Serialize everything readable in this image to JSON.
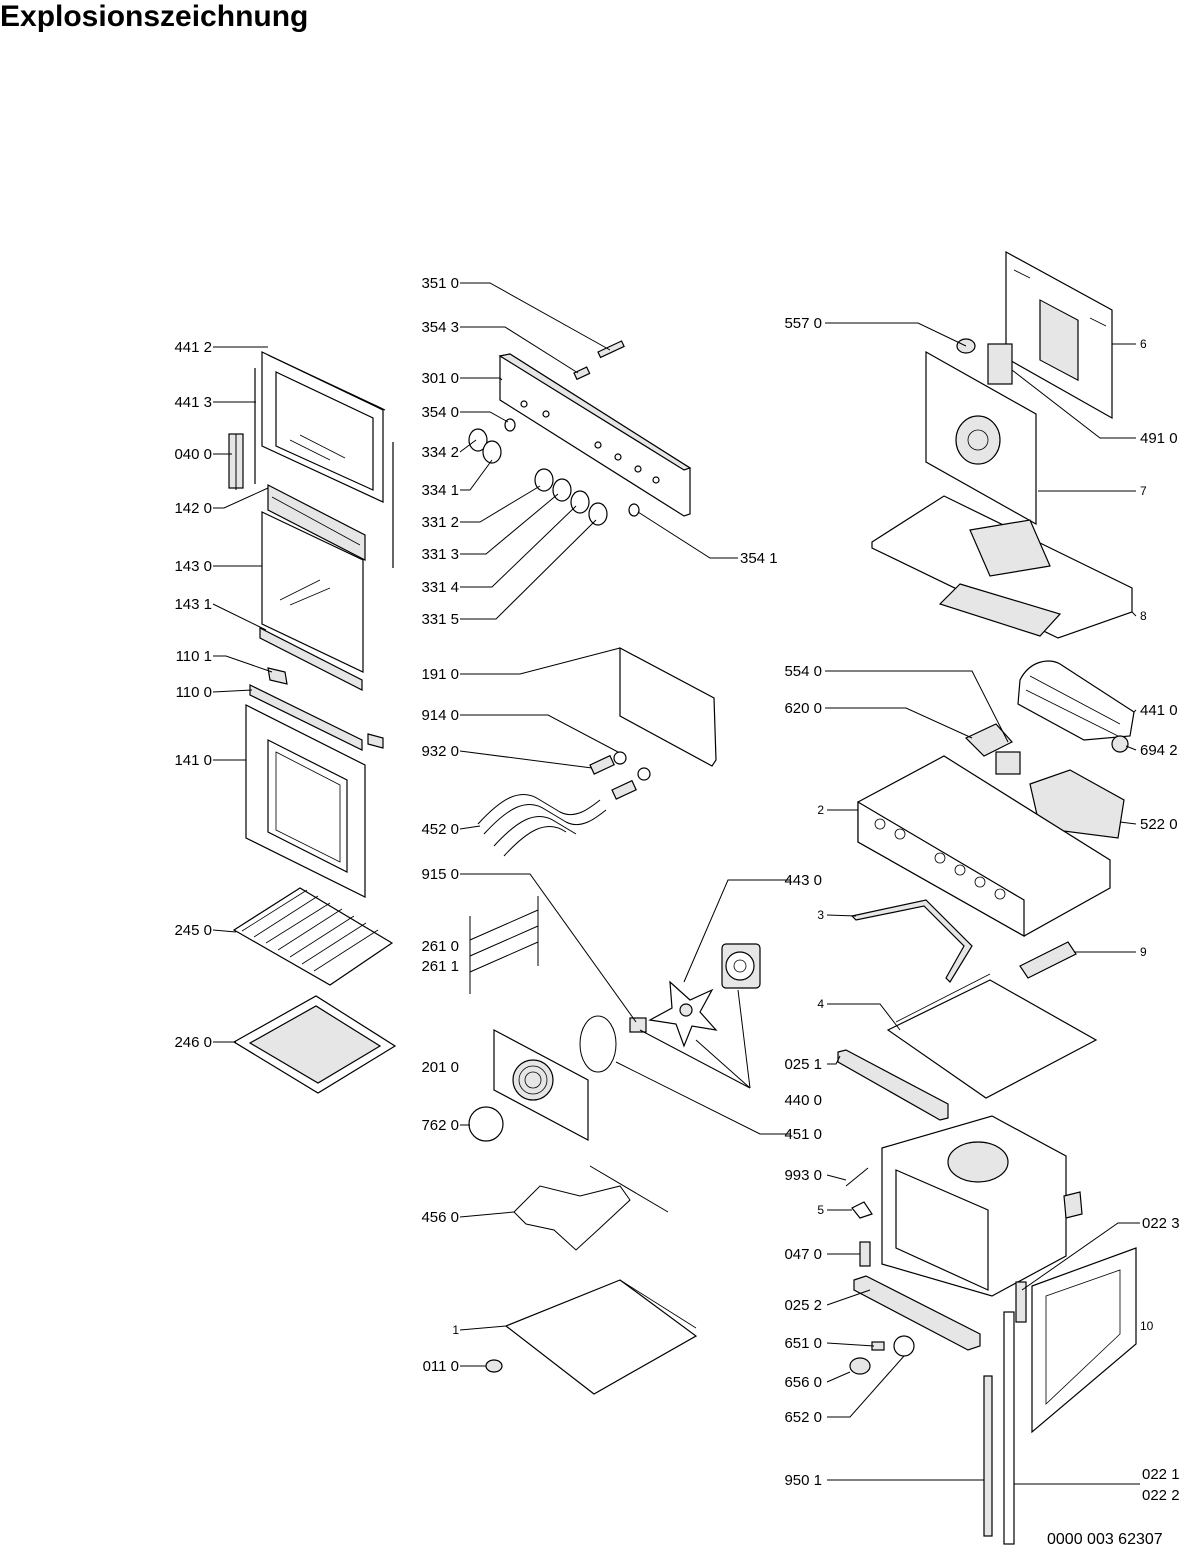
{
  "title": "Explosionszeichnung",
  "footer": "0000 003 62307",
  "labels": {
    "l351_0": "351 0",
    "l354_3": "354 3",
    "l301_0": "301 0",
    "l354_0": "354 0",
    "l334_2": "334 2",
    "l334_1": "334 1",
    "l331_2": "331 2",
    "l331_3": "331 3",
    "l331_4": "331 4",
    "l331_5": "331 5",
    "l354_1": "354 1",
    "l557_0": "557 0",
    "l6": "6",
    "l491_0": "491 0",
    "l7": "7",
    "l8": "8",
    "l441_2": "441 2",
    "l441_3": "441 3",
    "l040_0": "040 0",
    "l142_0": "142 0",
    "l143_0": "143 0",
    "l143_1": "143 1",
    "l110_1": "110 1",
    "l110_0": "110 0",
    "l141_0": "141 0",
    "l245_0": "245 0",
    "l246_0": "246 0",
    "l191_0": "191 0",
    "l914_0": "914 0",
    "l932_0": "932 0",
    "l452_0": "452 0",
    "l915_0": "915 0",
    "l261_0": "261 0",
    "l261_1": "261 1",
    "l201_0": "201 0",
    "l762_0": "762 0",
    "l456_0": "456 0",
    "l1": "1",
    "l011_0": "011 0",
    "l443_0": "443 0",
    "l440_0": "440 0",
    "l451_0": "451 0",
    "l554_0": "554 0",
    "l620_0": "620 0",
    "l441_0": "441 0",
    "l694_2": "694 2",
    "l2": "2",
    "l522_0": "522 0",
    "l3": "3",
    "l9": "9",
    "l4": "4",
    "l025_1": "025 1",
    "l993_0": "993 0",
    "l5": "5",
    "l022_3": "022 3",
    "l047_0": "047 0",
    "l025_2": "025 2",
    "l10": "10",
    "l651_0": "651 0",
    "l656_0": "656 0",
    "l652_0": "652 0",
    "l950_1": "950 1",
    "l022_1": "022 1",
    "l022_2": "022 2"
  }
}
